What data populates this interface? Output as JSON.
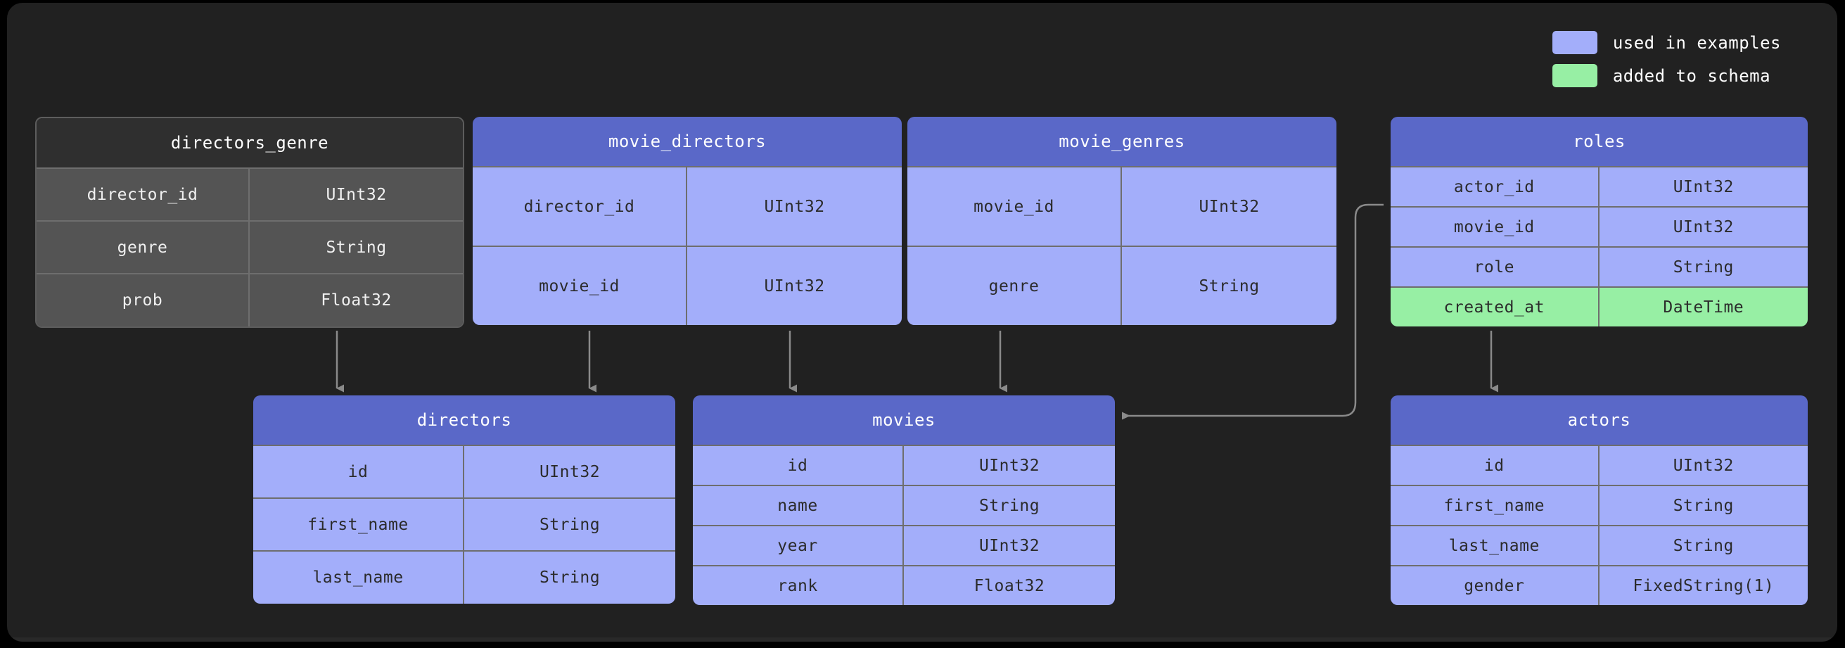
{
  "legend": {
    "items": [
      {
        "label": "used in examples",
        "color": "#a3aefa",
        "name": "legend-used-in-examples"
      },
      {
        "label": "added to schema",
        "color": "#97efa4",
        "name": "legend-added-to-schema"
      }
    ]
  },
  "colors": {
    "background": "#212121",
    "canvas": "#000000",
    "header_blue": "#5a68c8",
    "row_blue": "#a3aefa",
    "header_gray": "#2f2f2f",
    "row_gray": "#545454",
    "added_green": "#97efa4",
    "connector": "#8a8a8a",
    "border": "#6e6e6e"
  },
  "tables": {
    "directors_genre": {
      "title": "directors_genre",
      "state": "gray",
      "columns": [
        {
          "name": "director_id",
          "type": "UInt32",
          "added": false
        },
        {
          "name": "genre",
          "type": "String",
          "added": false
        },
        {
          "name": "prob",
          "type": "Float32",
          "added": false
        }
      ]
    },
    "movie_directors": {
      "title": "movie_directors",
      "state": "blue",
      "columns": [
        {
          "name": "director_id",
          "type": "UInt32",
          "added": false
        },
        {
          "name": "movie_id",
          "type": "UInt32",
          "added": false
        }
      ]
    },
    "movie_genres": {
      "title": "movie_genres",
      "state": "blue",
      "columns": [
        {
          "name": "movie_id",
          "type": "UInt32",
          "added": false
        },
        {
          "name": "genre",
          "type": "String",
          "added": false
        }
      ]
    },
    "roles": {
      "title": "roles",
      "state": "blue",
      "columns": [
        {
          "name": "actor_id",
          "type": "UInt32",
          "added": false
        },
        {
          "name": "movie_id",
          "type": "UInt32",
          "added": false
        },
        {
          "name": "role",
          "type": "String",
          "added": false
        },
        {
          "name": "created_at",
          "type": "DateTime",
          "added": true
        }
      ]
    },
    "directors": {
      "title": "directors",
      "state": "blue",
      "columns": [
        {
          "name": "id",
          "type": "UInt32",
          "added": false
        },
        {
          "name": "first_name",
          "type": "String",
          "added": false
        },
        {
          "name": "last_name",
          "type": "String",
          "added": false
        }
      ]
    },
    "movies": {
      "title": "movies",
      "state": "blue",
      "columns": [
        {
          "name": "id",
          "type": "UInt32",
          "added": false
        },
        {
          "name": "name",
          "type": "String",
          "added": false
        },
        {
          "name": "year",
          "type": "UInt32",
          "added": false
        },
        {
          "name": "rank",
          "type": "Float32",
          "added": false
        }
      ]
    },
    "actors": {
      "title": "actors",
      "state": "blue",
      "columns": [
        {
          "name": "id",
          "type": "UInt32",
          "added": false
        },
        {
          "name": "first_name",
          "type": "String",
          "added": false
        },
        {
          "name": "last_name",
          "type": "String",
          "added": false
        },
        {
          "name": "gender",
          "type": "FixedString(1)",
          "added": false
        }
      ]
    }
  },
  "relationships": [
    {
      "from": "directors_genre",
      "to": "directors",
      "label": ""
    },
    {
      "from": "movie_directors",
      "to": "directors",
      "label": ""
    },
    {
      "from": "movie_directors",
      "to": "movies",
      "label": ""
    },
    {
      "from": "movie_genres",
      "to": "movies",
      "label": ""
    },
    {
      "from": "roles",
      "to": "movies",
      "label": ""
    },
    {
      "from": "roles",
      "to": "actors",
      "label": ""
    }
  ]
}
